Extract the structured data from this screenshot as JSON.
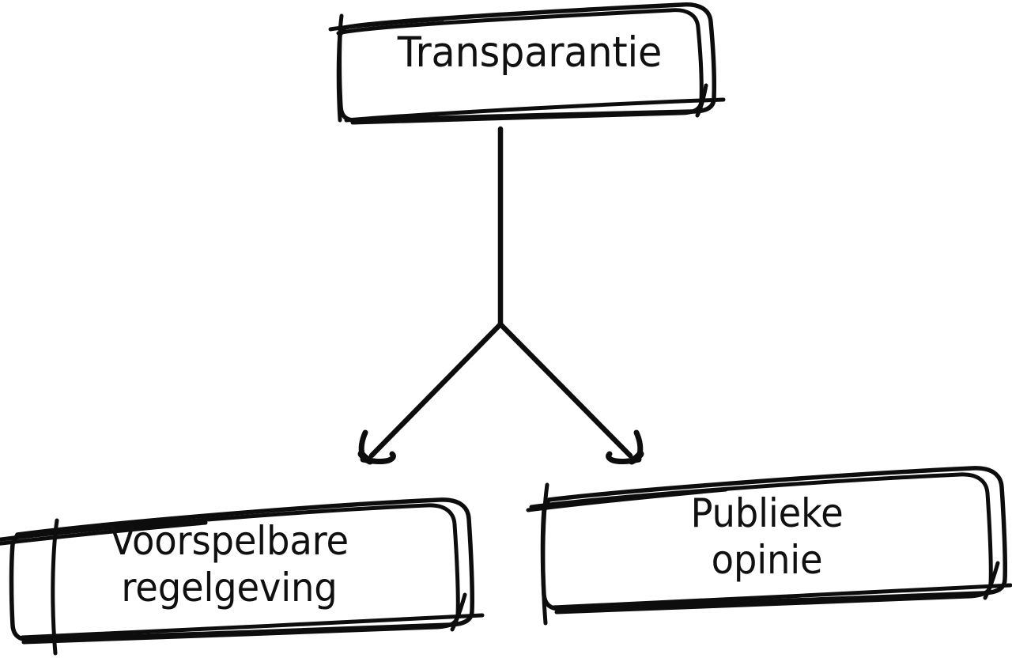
{
  "diagram": {
    "style": "hand-drawn sketch",
    "background_color": "#ffffff",
    "stroke_color": "#0d0d0d",
    "text_color": "#101010",
    "nodes": [
      {
        "id": "transparantie",
        "label": "Transparantie",
        "role": "root"
      },
      {
        "id": "voorspelbare-regelgeving",
        "label": "Voorspelbare\nregelgeving",
        "role": "child"
      },
      {
        "id": "publieke-opinie",
        "label": "Publieke\nopinie",
        "role": "child"
      }
    ],
    "edges": [
      {
        "id": "edge-transparantie-voorspelbare",
        "from": "transparantie",
        "to": "voorspelbare-regelgeving",
        "arrowhead": "arrow-head-left"
      },
      {
        "id": "edge-transparantie-publieke",
        "from": "transparantie",
        "to": "publieke-opinie",
        "arrowhead": "arrow-head-right"
      }
    ]
  }
}
